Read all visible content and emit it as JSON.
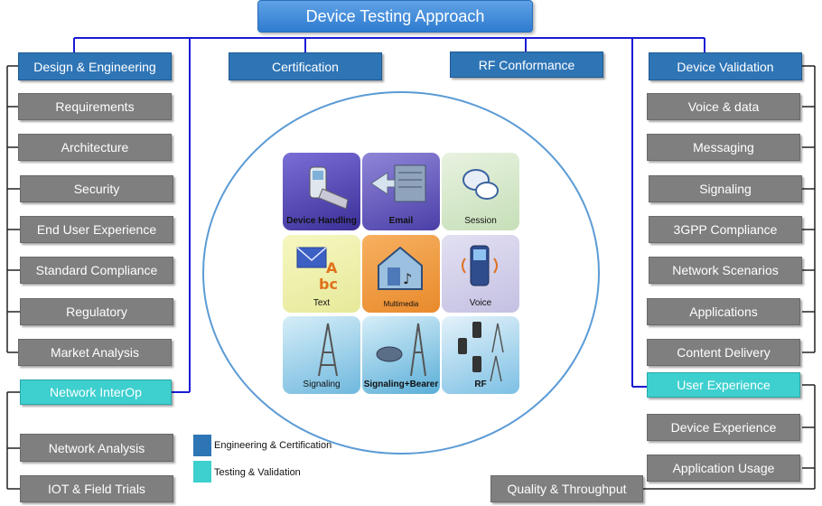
{
  "title": "Device Testing Approach",
  "categories": {
    "design": "Design & Engineering",
    "certification": "Certification",
    "rf": "RF Conformance",
    "validation": "Device Validation"
  },
  "left_items": [
    "Requirements",
    "Architecture",
    "Security",
    "End User Experience",
    "Standard Compliance",
    "Regulatory",
    "Market Analysis"
  ],
  "network_interop": "Network InterOp",
  "network_interop_items": [
    "Network Analysis",
    "IOT & Field Trials"
  ],
  "right_items": [
    "Voice & data",
    "Messaging",
    "Signaling",
    "3GPP Compliance",
    "Network Scenarios",
    "Applications",
    "Content Delivery"
  ],
  "user_experience": "User Experience",
  "user_experience_items": [
    "Device Experience",
    "Application Usage",
    "Quality & Throughput"
  ],
  "tiles": [
    "Device Handling",
    "Email",
    "Session",
    "Text",
    "Multimedia",
    "Voice",
    "Signaling",
    "Signaling+Bearer",
    "RF"
  ],
  "legend": [
    "Engineering & Certification",
    "Testing & Validation"
  ],
  "colors": {
    "blue": "#2e75b6",
    "gray": "#7f7f7f",
    "teal": "#3ecfcf",
    "connector": "#1a1ad6"
  },
  "icons": [
    "phone-hand-icon",
    "email-server-icon",
    "chat-bubbles-icon",
    "envelope-abc-icon",
    "multimedia-house-icon",
    "phone-speaker-icon",
    "cell-tower-icon",
    "router-tower-icon",
    "phones-towers-icon"
  ]
}
